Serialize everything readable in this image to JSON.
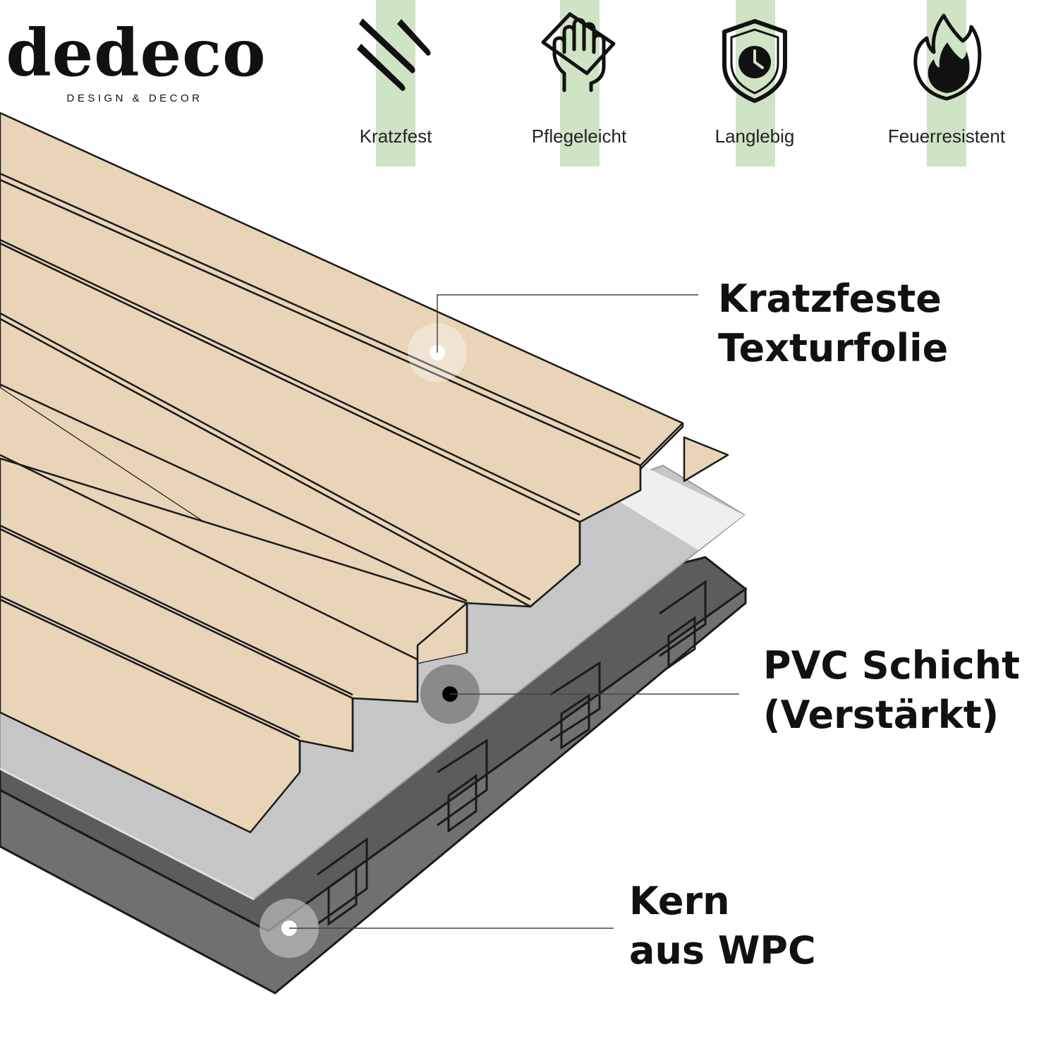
{
  "brand": {
    "name": "dedeco",
    "tagline": "DESIGN & DECOR"
  },
  "colors": {
    "accent_green": "#cfe3c5",
    "foil": "#e8d5b8",
    "pvc": "#c7c7c7",
    "core": "#5a5a5a",
    "line": "#1a1a1a"
  },
  "features": [
    {
      "label": "Kratzfest",
      "icon": "scratch-icon"
    },
    {
      "label": "Pflegeleicht",
      "icon": "hand-cloth-icon"
    },
    {
      "label": "Langlebig",
      "icon": "shield-clock-icon"
    },
    {
      "label": "Feuerresistent",
      "icon": "flame-icon"
    }
  ],
  "callouts": {
    "foil": {
      "line1": "Kratzfeste",
      "line2": "Texturfolie"
    },
    "pvc": {
      "line1": "PVC Schicht",
      "line2": "(Verstärkt)"
    },
    "core": {
      "line1": "Kern",
      "line2": "aus WPC"
    }
  }
}
